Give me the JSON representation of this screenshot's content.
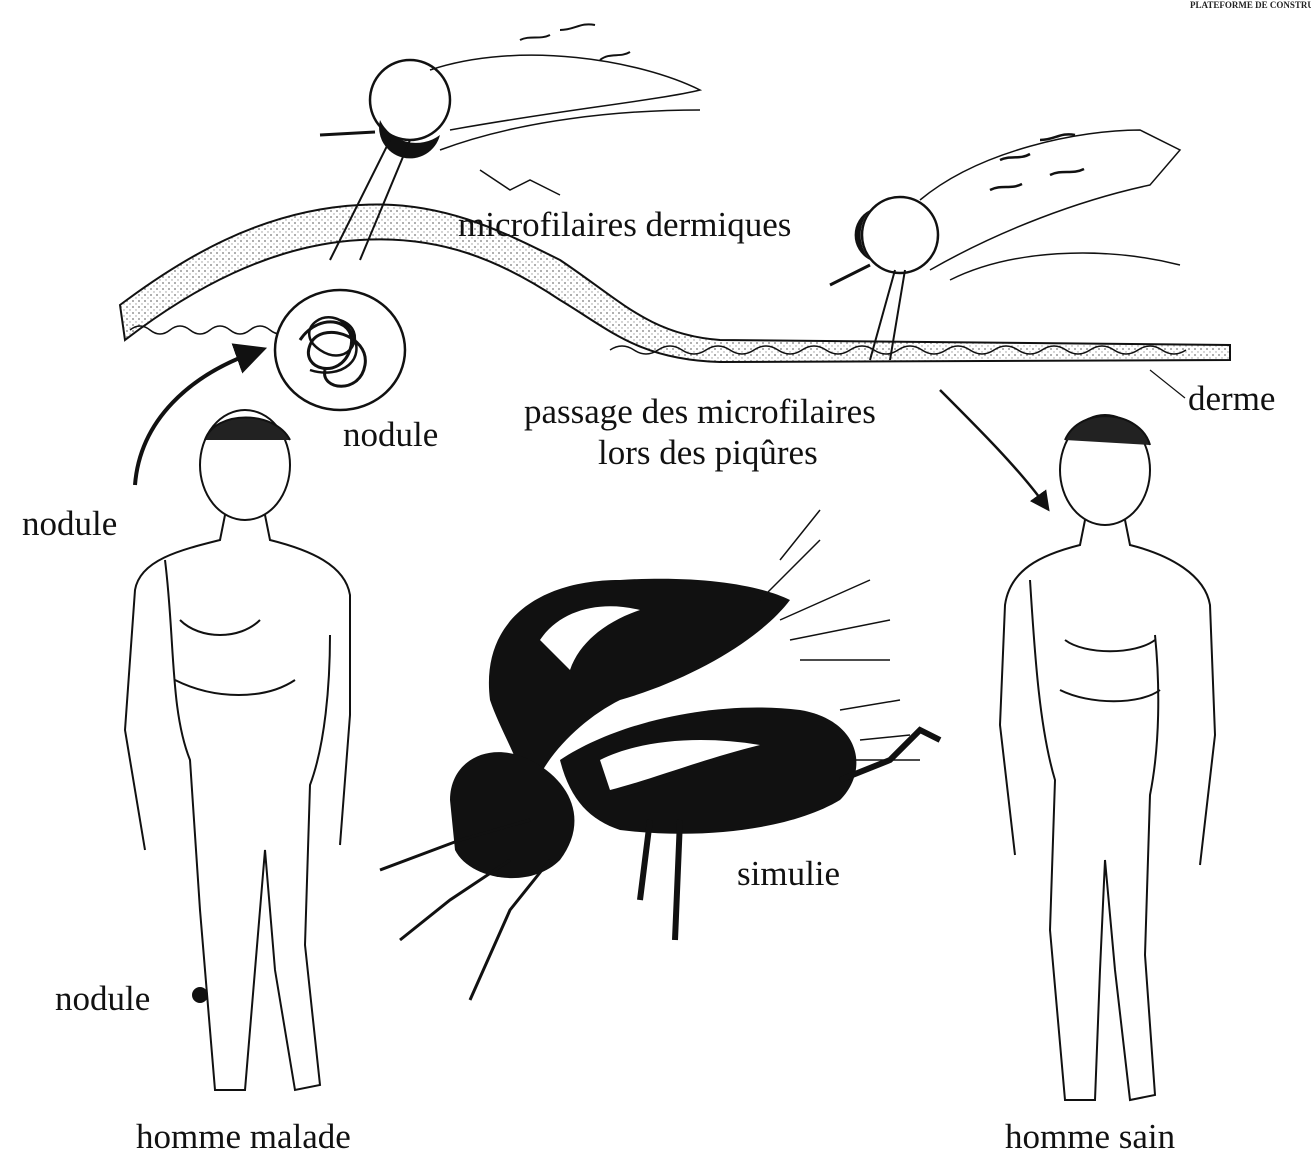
{
  "header": {
    "corner_text": "PLATEFORME DE CONSTRUCTIO"
  },
  "labels": {
    "microfilaires_dermiques": "microfilaires dermiques",
    "derme": "derme",
    "nodule_top": "nodule",
    "nodule_left": "nodule",
    "nodule_leg": "nodule",
    "passage_line1": "passage des microfilaires",
    "passage_line2": "lors des piqûres",
    "simulie": "simulie",
    "homme_malade": "homme malade",
    "homme_sain": "homme sain"
  },
  "colors": {
    "ink": "#111111",
    "skin_stipple": "#9a9a9a",
    "paper": "#ffffff"
  }
}
